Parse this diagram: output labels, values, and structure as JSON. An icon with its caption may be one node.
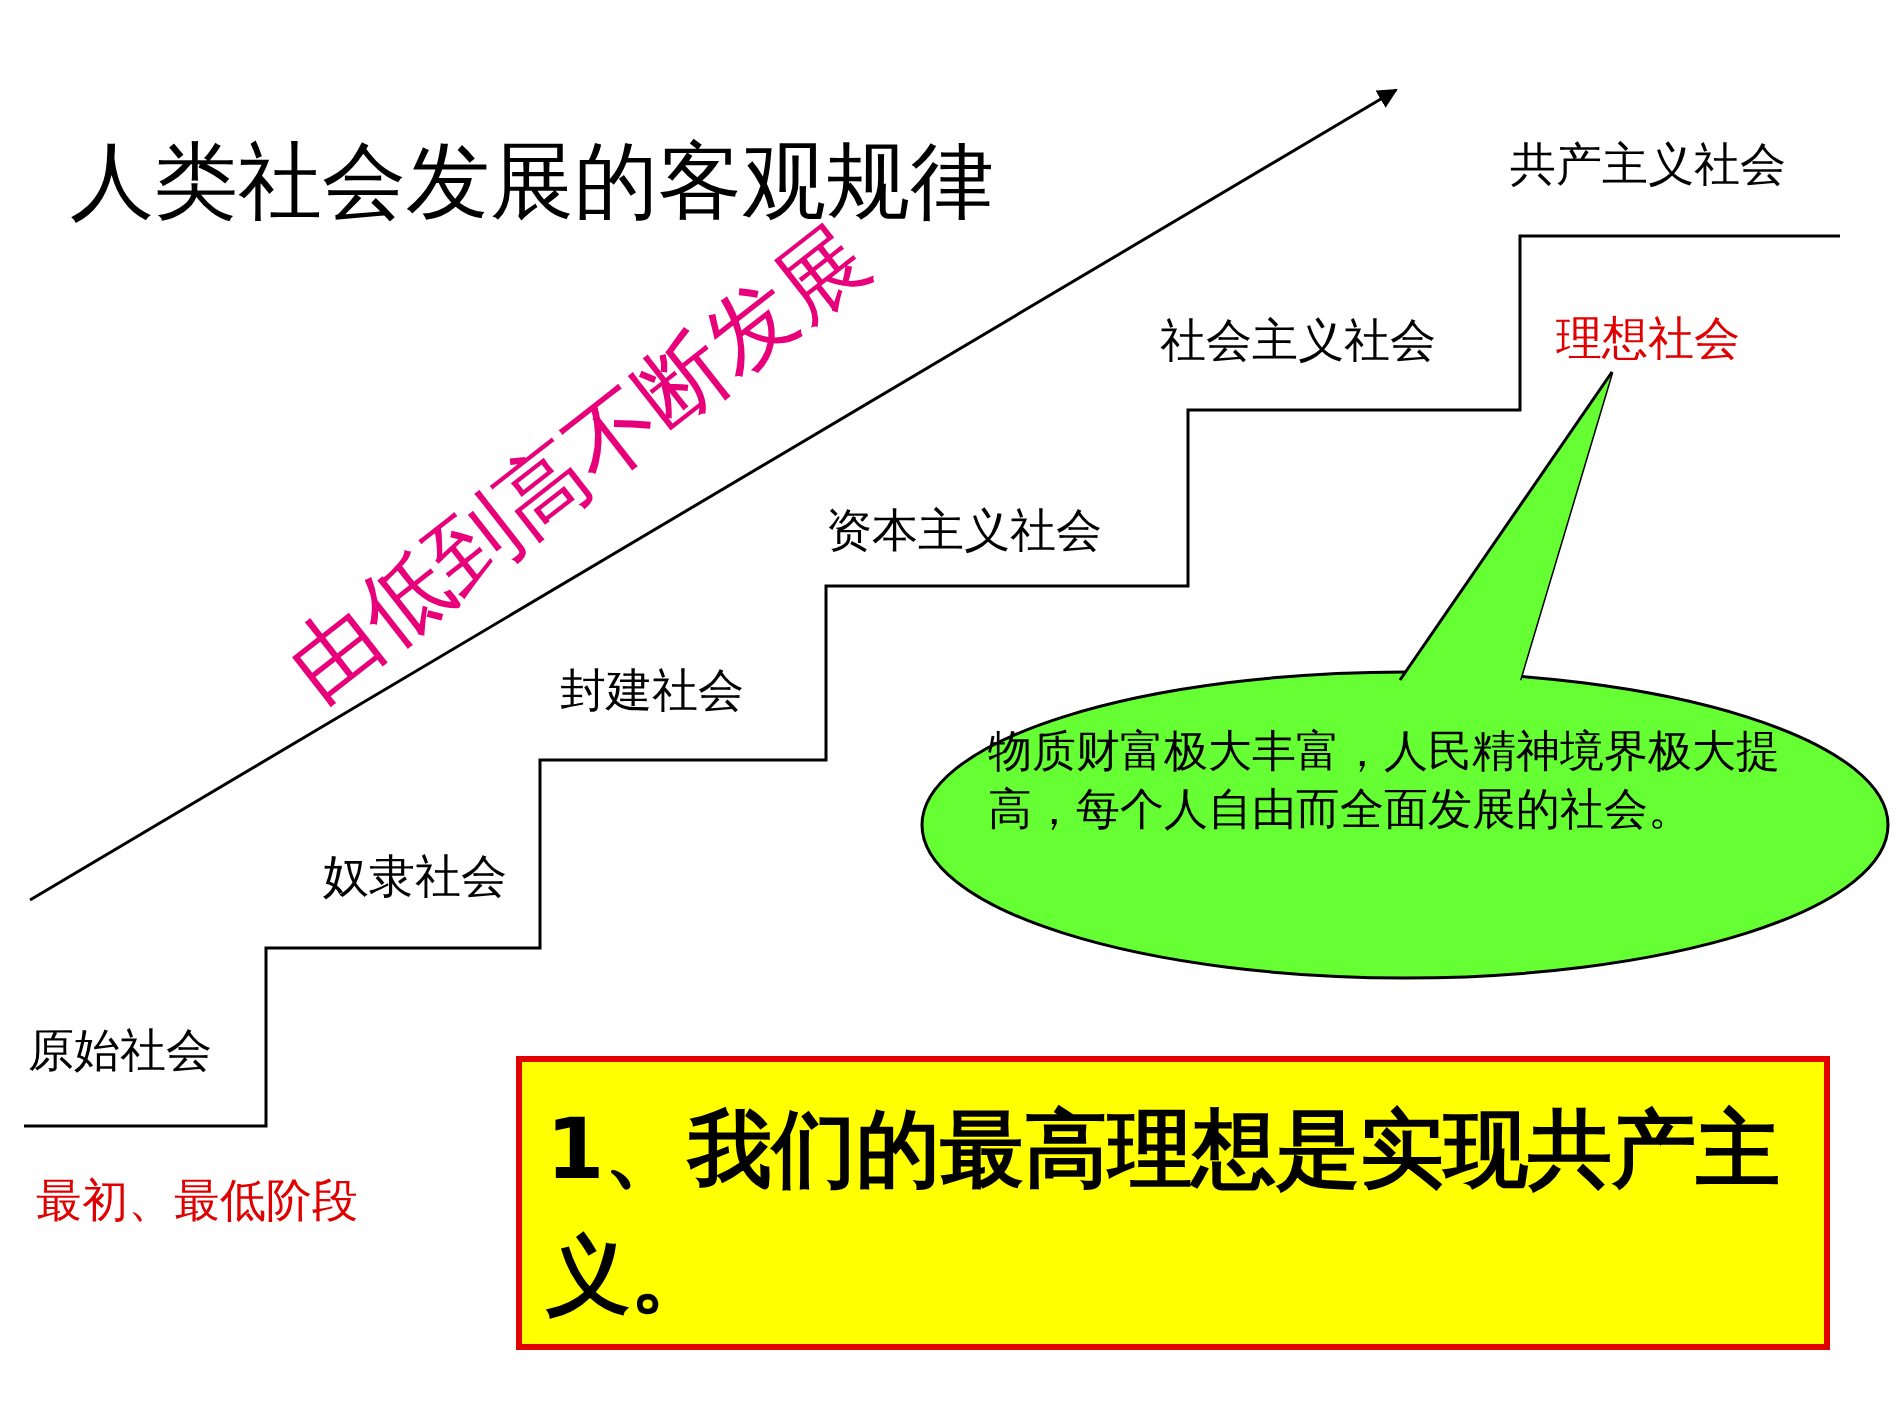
{
  "diagram": {
    "title": "人类社会发展的客观规律",
    "nodes": [
      {
        "text": [
          "物质财富极大丰富，人民精神境界极大提高，每个人自由而全面发展的社会。"
        ]
      },
      {
        "text": [
          "理想社会"
        ]
      },
      {
        "text": [
          "1、我们的最高理想是实现共产主义。"
        ]
      }
    ],
    "edges": [
      {
        "from": 0,
        "to": 1,
        "arrow": "none"
      }
    ],
    "labels": [
      "共产主义社会",
      "社会主义社会",
      "资本主义社会",
      "由低到高不断发展",
      "封建社会",
      "奴隶社会",
      "原始社会",
      "最初、最低阶段"
    ]
  }
}
